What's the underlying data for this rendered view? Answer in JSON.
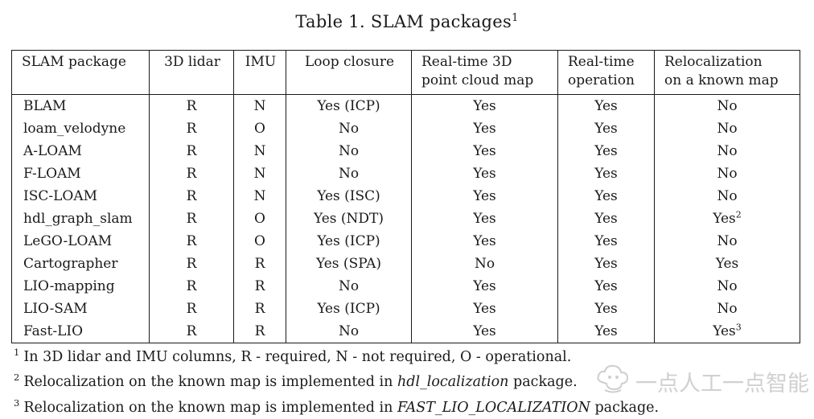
{
  "page": {
    "background": "#ffffff",
    "text_color": "#1a1a1a",
    "border_color": "#1a1a1a",
    "watermark_color": "#c8c8c8"
  },
  "title": {
    "text": "Table 1. SLAM packages",
    "sup": "1"
  },
  "table": {
    "columns": [
      "SLAM package",
      "3D lidar",
      "IMU",
      "Loop closure",
      "Real-time 3D\npoint cloud map",
      "Real-time\noperation",
      "Relocalization\non a known map"
    ],
    "rows": [
      [
        "BLAM",
        "R",
        "N",
        "Yes (ICP)",
        "Yes",
        "Yes",
        "No"
      ],
      [
        "loam_velodyne",
        "R",
        "O",
        "No",
        "Yes",
        "Yes",
        "No"
      ],
      [
        "A-LOAM",
        "R",
        "N",
        "No",
        "Yes",
        "Yes",
        "No"
      ],
      [
        "F-LOAM",
        "R",
        "N",
        "No",
        "Yes",
        "Yes",
        "No"
      ],
      [
        "ISC-LOAM",
        "R",
        "N",
        "Yes (ISC)",
        "Yes",
        "Yes",
        "No"
      ],
      [
        "hdl_graph_slam",
        "R",
        "O",
        "Yes (NDT)",
        "Yes",
        "Yes",
        "Yes^2"
      ],
      [
        "LeGO-LOAM",
        "R",
        "O",
        "Yes (ICP)",
        "Yes",
        "Yes",
        "No"
      ],
      [
        "Cartographer",
        "R",
        "R",
        "Yes (SPA)",
        "No",
        "Yes",
        "Yes"
      ],
      [
        "LIO-mapping",
        "R",
        "R",
        "No",
        "Yes",
        "Yes",
        "No"
      ],
      [
        "LIO-SAM",
        "R",
        "R",
        "Yes (ICP)",
        "Yes",
        "Yes",
        "No"
      ],
      [
        "Fast-LIO",
        "R",
        "R",
        "No",
        "Yes",
        "Yes",
        "Yes^3"
      ]
    ]
  },
  "footnotes": [
    {
      "sup": "1",
      "pre": "In 3D lidar and IMU columns, R - required, N - not required, O - operational.",
      "italic": "",
      "post": ""
    },
    {
      "sup": "2",
      "pre": "Relocalization on the known map is implemented in ",
      "italic": "hdl_localization",
      "post": " package."
    },
    {
      "sup": "3",
      "pre": "Relocalization on the known map is implemented in ",
      "italic": "FAST_LIO_LOCALIZATION",
      "post": " package."
    }
  ],
  "watermark": {
    "text": "一点人工一点智能",
    "icon": "robot-face-icon"
  }
}
